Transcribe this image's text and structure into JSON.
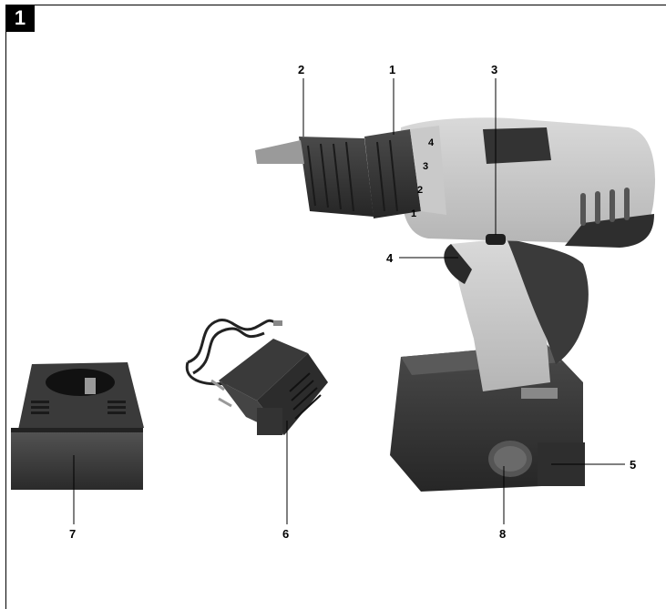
{
  "figure": {
    "number": "1"
  },
  "callouts": {
    "c1": "1",
    "c2": "2",
    "c3": "3",
    "c4": "4",
    "c5": "5",
    "c6": "6",
    "c7": "7",
    "c8": "8"
  },
  "chuck_scale": {
    "marks": [
      "1",
      "2",
      "3",
      "4"
    ]
  }
}
